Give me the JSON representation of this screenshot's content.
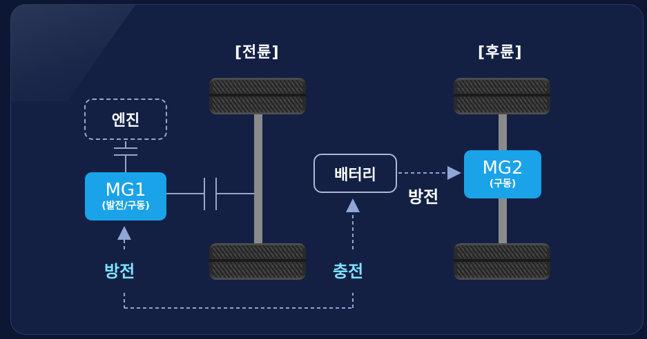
{
  "headings": {
    "front": "[전륜]",
    "rear": "[후륜]"
  },
  "engine": {
    "label": "엔진"
  },
  "mg1": {
    "name": "MG1",
    "role": "(발전/구동)"
  },
  "battery": {
    "label": "배터리"
  },
  "mg2": {
    "name": "MG2",
    "role": "(구동)"
  },
  "flows": {
    "mg1_discharge": "방전",
    "battery_charge": "충전",
    "battery_to_mg2_discharge": "방전"
  },
  "colors": {
    "background": "#0d1632",
    "panel": "#132044",
    "accent_box": "#1aa3e8",
    "flow_text_cyan": "#7fe3ff",
    "dashed_arrow": "#8fa6d6"
  }
}
